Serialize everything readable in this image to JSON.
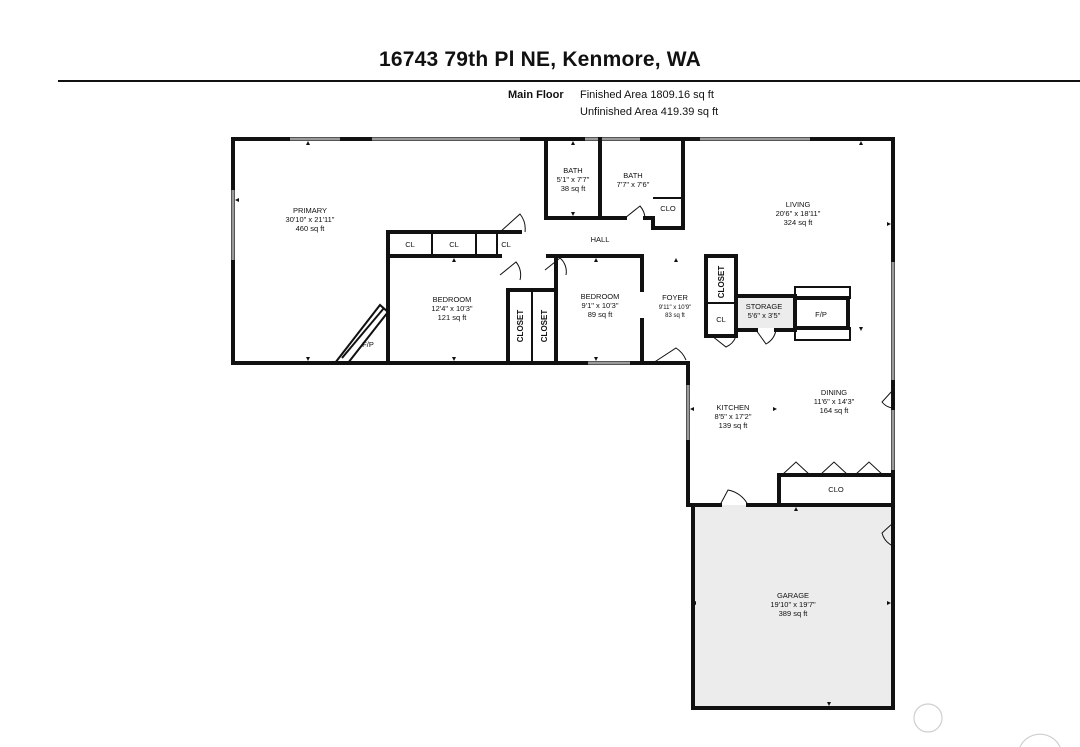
{
  "header": {
    "title": "16743 79th Pl NE, Kenmore, WA",
    "floor_label": "Main Floor",
    "finished_area": "Finished Area 1809.16 sq ft",
    "unfinished_area": "Unfinished Area 419.39 sq ft"
  },
  "rooms": {
    "primary": {
      "name": "PRIMARY",
      "dims": "30'10\" x 21'11\"",
      "area": "460 sq ft"
    },
    "bath1": {
      "name": "BATH",
      "dims": "5'1\" x 7'7\"",
      "area": "38 sq ft"
    },
    "bath2": {
      "name": "BATH",
      "dims": "7'7\" x 7'6\""
    },
    "living": {
      "name": "LIVING",
      "dims": "20'6\" x 18'11\"",
      "area": "324 sq ft"
    },
    "bedroom1": {
      "name": "BEDROOM",
      "dims": "12'4\" x 10'3\"",
      "area": "121 sq ft"
    },
    "bedroom2": {
      "name": "BEDROOM",
      "dims": "9'1\" x 10'3\"",
      "area": "89 sq ft"
    },
    "foyer": {
      "name": "FOYER",
      "dims": "9'11\" x 10'9\"",
      "area": "83 sq ft"
    },
    "storage": {
      "name": "STORAGE",
      "dims": "5'6\" x 3'5\""
    },
    "kitchen": {
      "name": "KITCHEN",
      "dims": "8'5\" x 17'2\"",
      "area": "139 sq ft"
    },
    "dining": {
      "name": "DINING",
      "dims": "11'6\" x 14'3\"",
      "area": "164 sq ft"
    },
    "garage": {
      "name": "GARAGE",
      "dims": "19'10\" x 19'7\"",
      "area": "389 sq ft"
    },
    "hall": {
      "name": "HALL"
    }
  },
  "closets": {
    "cl1": "CL",
    "cl2": "CL",
    "cl3": "CL",
    "cl_storage": "CL",
    "clo_bath": "CLO",
    "clo_dining": "CLO",
    "closet1": "CLOSET",
    "closet2": "CLOSET",
    "closet_foyer": "CLOSET"
  },
  "fireplaces": {
    "primary": "F/P",
    "living": "F/P"
  },
  "colors": {
    "wall": "#111111",
    "window": "#9a9a9a",
    "unfinished": "#ececec"
  }
}
